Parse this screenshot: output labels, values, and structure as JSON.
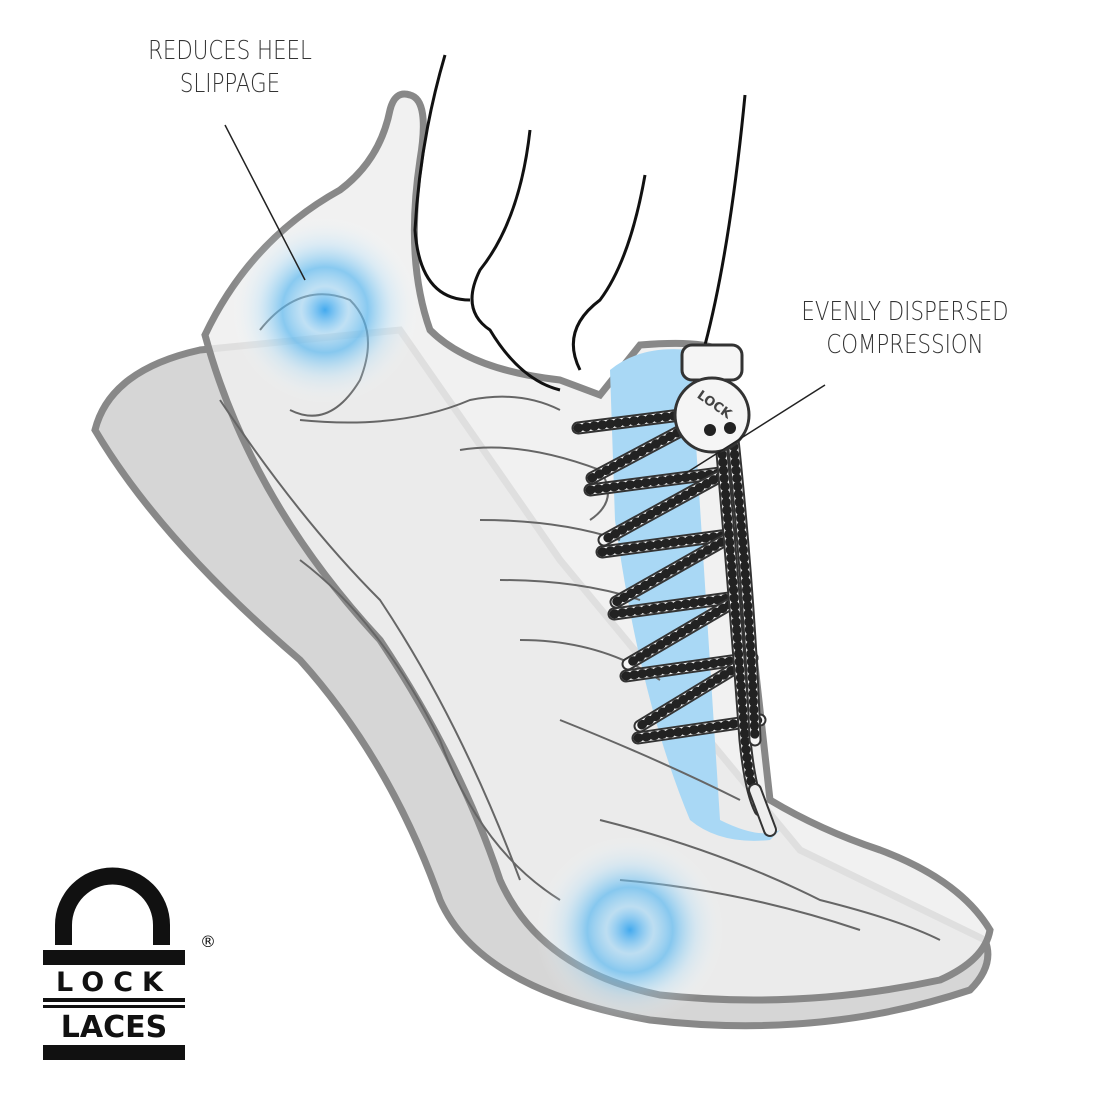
{
  "callouts": {
    "heel": {
      "line1": "REDUCES HEEL",
      "line2": "SLIPPAGE"
    },
    "compression": {
      "line1": "EVENLY DISPERSED",
      "line2": "COMPRESSION"
    }
  },
  "lock_label": "LOCK",
  "logo": {
    "word1": "LOCK",
    "word2": "LACES",
    "mark": "®"
  },
  "colors": {
    "glow": "#5bb8f0",
    "outline": "#777777",
    "sole": "#d6d6d6",
    "logo": "#111111"
  },
  "lace_rows": 6
}
